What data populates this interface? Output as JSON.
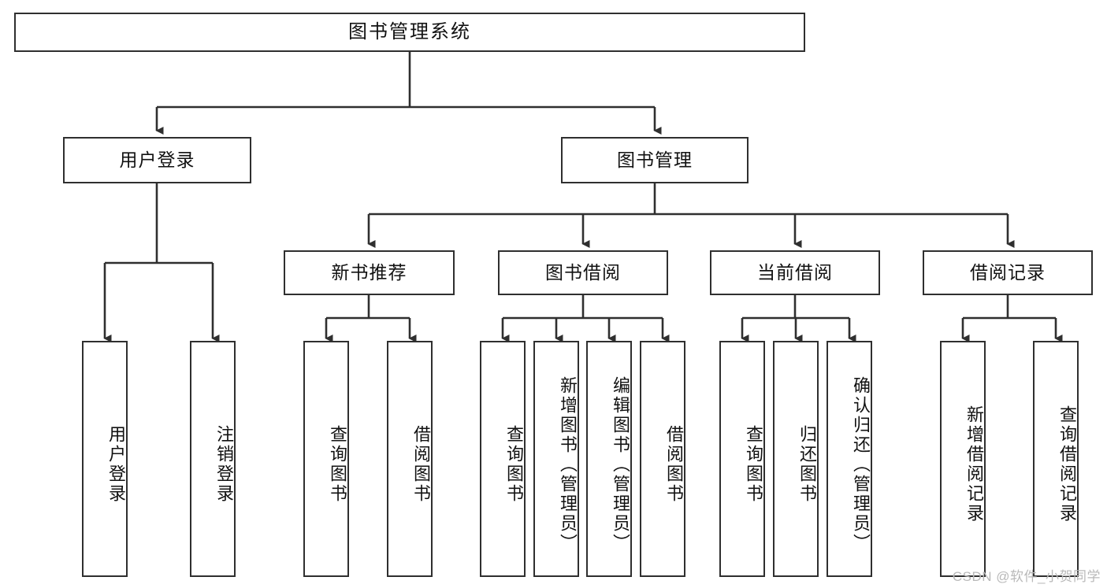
{
  "diagram": {
    "type": "tree",
    "title": "图书管理系统",
    "watermark": "CSDN @软件_小贺同学",
    "colors": {
      "background": "#ffffff",
      "node_border": "#2f2f2f",
      "node_fill": "#ffffff",
      "connector": "#2f2f2f",
      "text": "#111111",
      "watermark": "#b9b9b9"
    },
    "root": {
      "label": "图书管理系统"
    },
    "level2": [
      {
        "label": "用户登录"
      },
      {
        "label": "图书管理"
      }
    ],
    "level3": [
      {
        "label": "新书推荐"
      },
      {
        "label": "图书借阅"
      },
      {
        "label": "当前借阅"
      },
      {
        "label": "借阅记录"
      }
    ],
    "leaves": {
      "user_login": [
        {
          "label": "用户登录"
        },
        {
          "label": "注销登录"
        }
      ],
      "new_book_recommend": [
        {
          "label": "查询图书"
        },
        {
          "label": "借阅图书"
        }
      ],
      "book_borrow": [
        {
          "label": "查询图书"
        },
        {
          "label": "新增图书（管理员）"
        },
        {
          "label": "编辑图书（管理员）"
        },
        {
          "label": "借阅图书"
        }
      ],
      "current_borrow": [
        {
          "label": "查询图书"
        },
        {
          "label": "归还图书"
        },
        {
          "label": "确认归还（管理员）"
        }
      ],
      "borrow_record": [
        {
          "label": "新增借阅记录"
        },
        {
          "label": "查询借阅记录"
        }
      ]
    }
  }
}
